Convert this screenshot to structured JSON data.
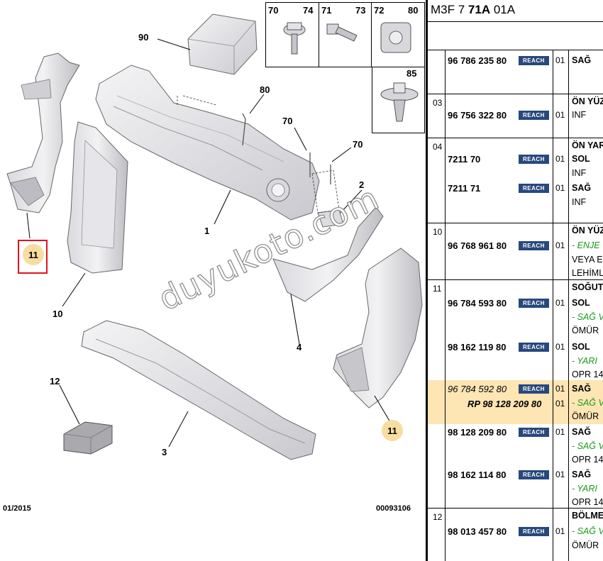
{
  "diagram": {
    "callouts": [
      "90",
      "80",
      "70",
      "70",
      "2",
      "1",
      "10",
      "4",
      "12",
      "3"
    ],
    "callout_11": "11",
    "hardware": [
      "70",
      "74",
      "71",
      "73",
      "72",
      "80",
      "85"
    ],
    "date": "01/2015",
    "drawing_no": "00093106",
    "watermark": "duyukoto.com"
  },
  "table": {
    "ref_prefix": "M3F 7",
    "ref_bold": "71A",
    "ref_suffix": "01A",
    "reach_label": "REACH",
    "groups": [
      {
        "num": "",
        "entries": [
          {
            "pn": "96 786 235 80",
            "qty": "01",
            "desc": [
              "SAĞ"
            ]
          }
        ]
      },
      {
        "num": "03",
        "entries": [
          {
            "pn": "96 756 322 80",
            "qty": "01",
            "desc": [
              "ÖN YÜZ",
              "INF"
            ]
          }
        ]
      },
      {
        "num": "04",
        "entries": [
          {
            "pn": "7211 70",
            "qty": "01",
            "desc": [
              "ÖN YAR",
              "SOL",
              "INF"
            ]
          },
          {
            "pn": "7211 71",
            "qty": "01",
            "desc": [
              "SAĞ",
              "INF"
            ]
          }
        ]
      },
      {
        "num": "10",
        "entries": [
          {
            "pn": "96 768 961 80",
            "qty": "01",
            "desc": [
              "ÖN YÜZ",
              "- ENJE",
              "VEYA E",
              "LEHİML"
            ]
          }
        ]
      },
      {
        "num": "11",
        "entries": [
          {
            "pn": "96 784 593 80",
            "qty": "01",
            "desc": [
              "SOĞUT",
              "SOL",
              "- SAĞ V",
              "ÖMÜR"
            ]
          },
          {
            "pn": "98 162 119 80",
            "qty": "01",
            "desc": [
              "SOL",
              "- YARI",
              "OPR 14"
            ]
          },
          {
            "pn": "96 784 592 80",
            "qty": "01",
            "desc": [
              "SAĞ",
              "- SAĞ V",
              "ÖMÜR"
            ]
          },
          {
            "pn": "RP 98 128 209 80",
            "qty": "01",
            "desc": []
          },
          {
            "pn": "98 128 209 80",
            "qty": "01",
            "desc": [
              "SAĞ",
              "- SAĞ V",
              "OPR 14"
            ]
          },
          {
            "pn": "98 162 114 80",
            "qty": "01",
            "desc": [
              "SAĞ",
              "- YARI",
              "OPR 14"
            ]
          }
        ]
      },
      {
        "num": "12",
        "entries": [
          {
            "pn": "98 013 457 80",
            "qty": "01",
            "desc": [
              "BÖLME",
              "- SAĞ V",
              "ÖMÜR"
            ]
          }
        ]
      }
    ]
  }
}
